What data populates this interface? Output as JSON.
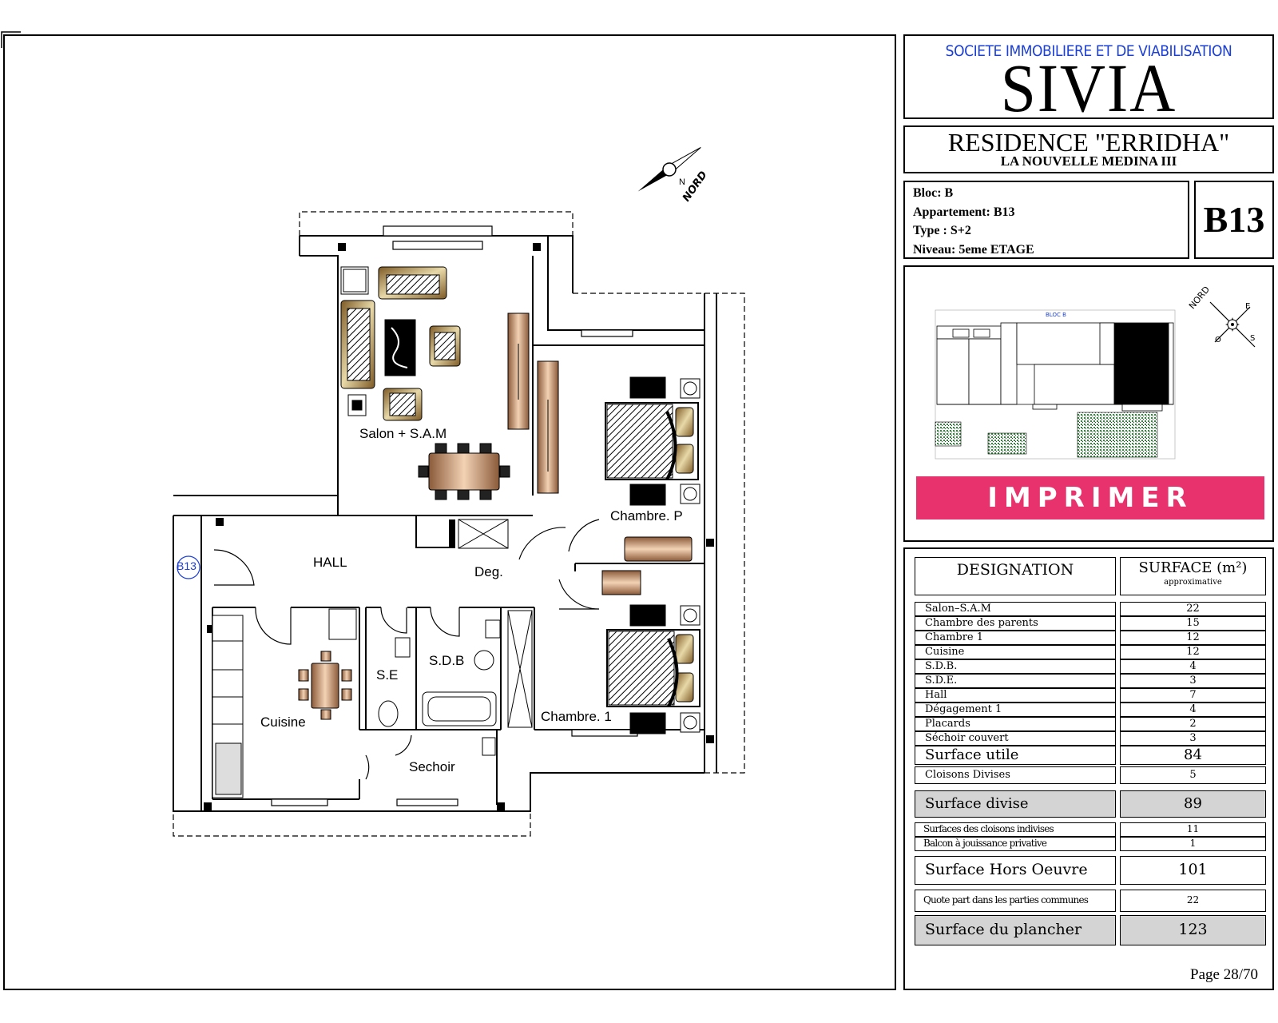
{
  "header": {
    "company_subtitle": "SOCIETE IMMOBILIERE ET DE VIABILISATION",
    "company_name": "SIVIA",
    "residence_name": "RESIDENCE \"ERRIDHA\"",
    "residence_location": "LA NOUVELLE MEDINA III"
  },
  "info": {
    "bloc": "Bloc: B",
    "appartement": "Appartement: B13",
    "type": "Type :  S+2",
    "niveau": "Niveau: 5eme ETAGE",
    "code": "B13"
  },
  "plan": {
    "north_label": "NORD",
    "north_letter": "N",
    "unit_tag": "B13",
    "rooms": {
      "salon": "Salon + S.A.M",
      "chambre_p": "Chambre. P",
      "hall": "HALL",
      "deg": "Deg.",
      "sdb": "S.D.B",
      "se": "S.E",
      "cuisine": "Cuisine",
      "chambre1": "Chambre. 1",
      "sechoir": "Sechoir"
    }
  },
  "location_map": {
    "bloc_label": "BLOC B",
    "compass": {
      "n": "NORD",
      "e": "E",
      "o": "O",
      "s": "S"
    },
    "highlight_color": "#000000"
  },
  "print_button": {
    "label": "IMPRIMER",
    "color": "#e8326e"
  },
  "surface_table": {
    "col_designation": "DESIGNATION",
    "col_surface": "SURFACE (m²)",
    "col_surface_sub": "approximative",
    "rows": [
      {
        "name": "Salon–S.A.M",
        "value": "22"
      },
      {
        "name": "Chambre  des  parents",
        "value": "15"
      },
      {
        "name": "Chambre  1",
        "value": "12"
      },
      {
        "name": "Cuisine",
        "value": "12"
      },
      {
        "name": "S.D.B.",
        "value": "4"
      },
      {
        "name": "S.D.E.",
        "value": "3"
      },
      {
        "name": "Hall",
        "value": "7"
      },
      {
        "name": "Dégagement  1",
        "value": "4"
      },
      {
        "name": "Placards",
        "value": "2"
      },
      {
        "name": "Séchoir  couvert",
        "value": "3"
      }
    ],
    "surface_utile": {
      "name": "Surface  utile",
      "value": "84"
    },
    "cloisons_divises": {
      "name": "Cloisons  Divises",
      "value": "5"
    },
    "surface_divise": {
      "name": "Surface  divise",
      "value": "89"
    },
    "cloisons_indivises": {
      "name": "Surfaces des cloisons indivises",
      "value": "11"
    },
    "balcon": {
      "name": "Balcon à jouissance privative",
      "value": "1"
    },
    "hors_oeuvre": {
      "name": "Surface Hors Oeuvre",
      "value": "101"
    },
    "quote_part": {
      "name": "Quote part dans les parties communes",
      "value": "22"
    },
    "plancher": {
      "name": "Surface du plancher",
      "value": "123"
    }
  },
  "page": "Page  28/70"
}
